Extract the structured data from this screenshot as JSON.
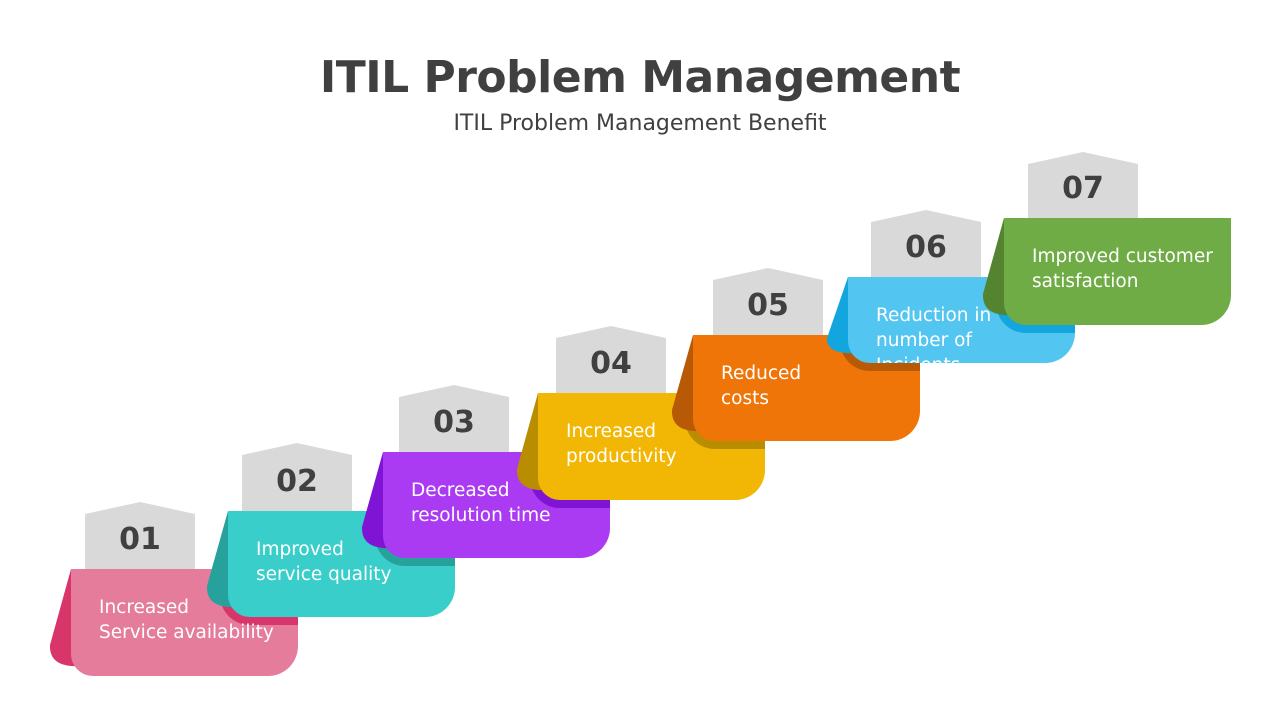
{
  "title": "ITIL Problem Management",
  "subtitle": "ITIL Problem Management Benefit",
  "steps": [
    {
      "number": "01",
      "label": "Increased\nService availability",
      "color": "#E57C9B",
      "dark": "#D8356A"
    },
    {
      "number": "02",
      "label": "Improved\nservice quality",
      "color": "#39CECA",
      "dark": "#27A19B"
    },
    {
      "number": "03",
      "label": "Decreased\nresolution time",
      "color": "#AA3BF2",
      "dark": "#7F14D4"
    },
    {
      "number": "04",
      "label": "Increased\nproductivity",
      "color": "#F2B705",
      "dark": "#B88E00"
    },
    {
      "number": "05",
      "label": "Reduced\ncosts",
      "color": "#F07508",
      "dark": "#B85A05"
    },
    {
      "number": "06",
      "label": "Reduction in\nnumber of\nIncidents",
      "color": "#53C5F1",
      "dark": "#13A5DE"
    },
    {
      "number": "07",
      "label": "Improved customer\nsatisfaction",
      "color": "#6FAC46",
      "dark": "#54842F"
    }
  ]
}
